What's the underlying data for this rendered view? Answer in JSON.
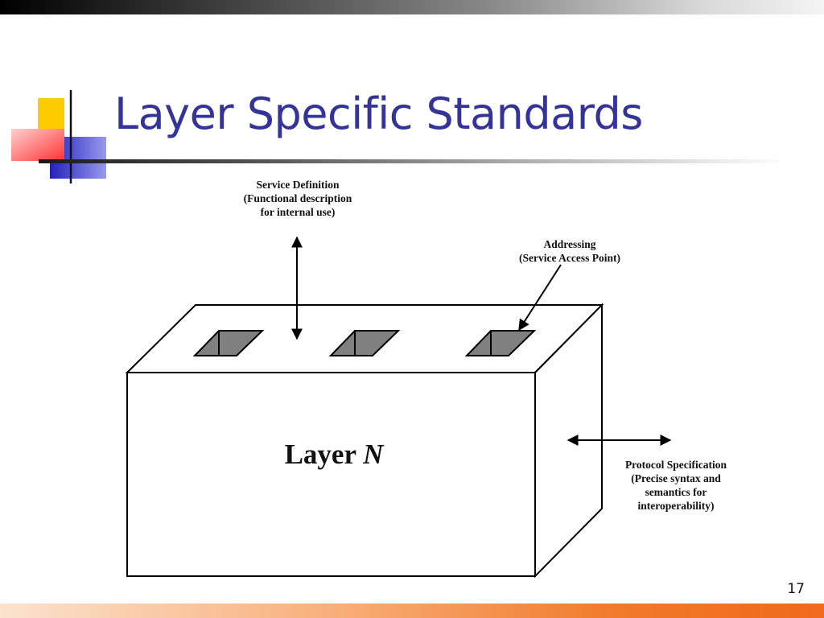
{
  "slide": {
    "title": "Layer Specific Standards",
    "page_number": "17"
  },
  "diagram": {
    "service_definition": [
      "Service Definition",
      "(Functional description",
      "for internal use)"
    ],
    "addressing": [
      "Addressing",
      "(Service Access Point)"
    ],
    "protocol_specification": [
      "Protocol Specification",
      "(Precise syntax and",
      "semantics for",
      "interoperability)"
    ],
    "layer_label_text": "Layer ",
    "layer_label_var": "N"
  },
  "colors": {
    "title": "#333399",
    "logo_yellow": "#ffcc00",
    "logo_blue": "#3333cc",
    "logo_red": "#ff3333",
    "sap_fill": "#808080",
    "bottom_bar": "#f07a2a"
  }
}
